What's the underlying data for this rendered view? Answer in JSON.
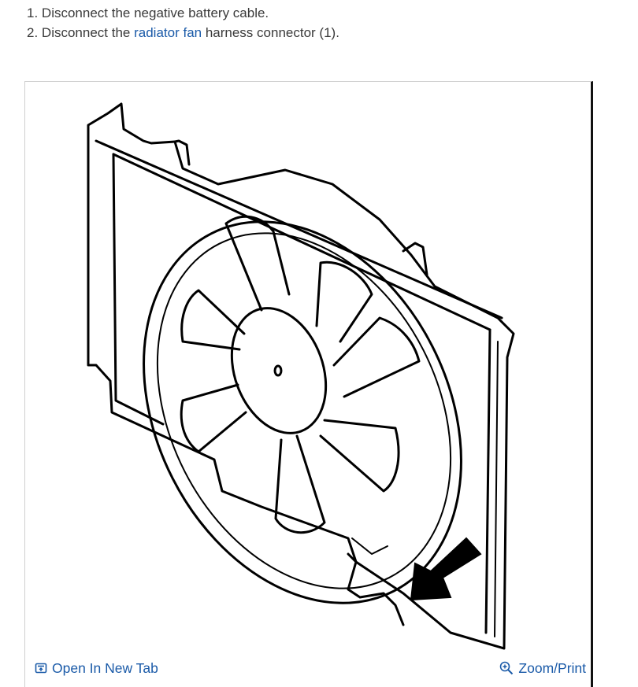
{
  "steps": [
    {
      "number": "1.",
      "text_before": "Disconnect the negative battery cable.",
      "link": "",
      "text_after": ""
    },
    {
      "number": "2.",
      "text_before": "Disconnect the ",
      "link": "radiator fan",
      "text_after": " harness connector (1)."
    }
  ],
  "figure": {
    "open_tab_label": "Open In New Tab",
    "zoom_label": "Zoom/Print",
    "open_tab_icon": "open-in-new-tab-icon",
    "zoom_icon": "zoom-in-icon"
  },
  "colors": {
    "link": "#1a5aa8",
    "text": "#3a3a3a",
    "line_art": "#000000"
  }
}
